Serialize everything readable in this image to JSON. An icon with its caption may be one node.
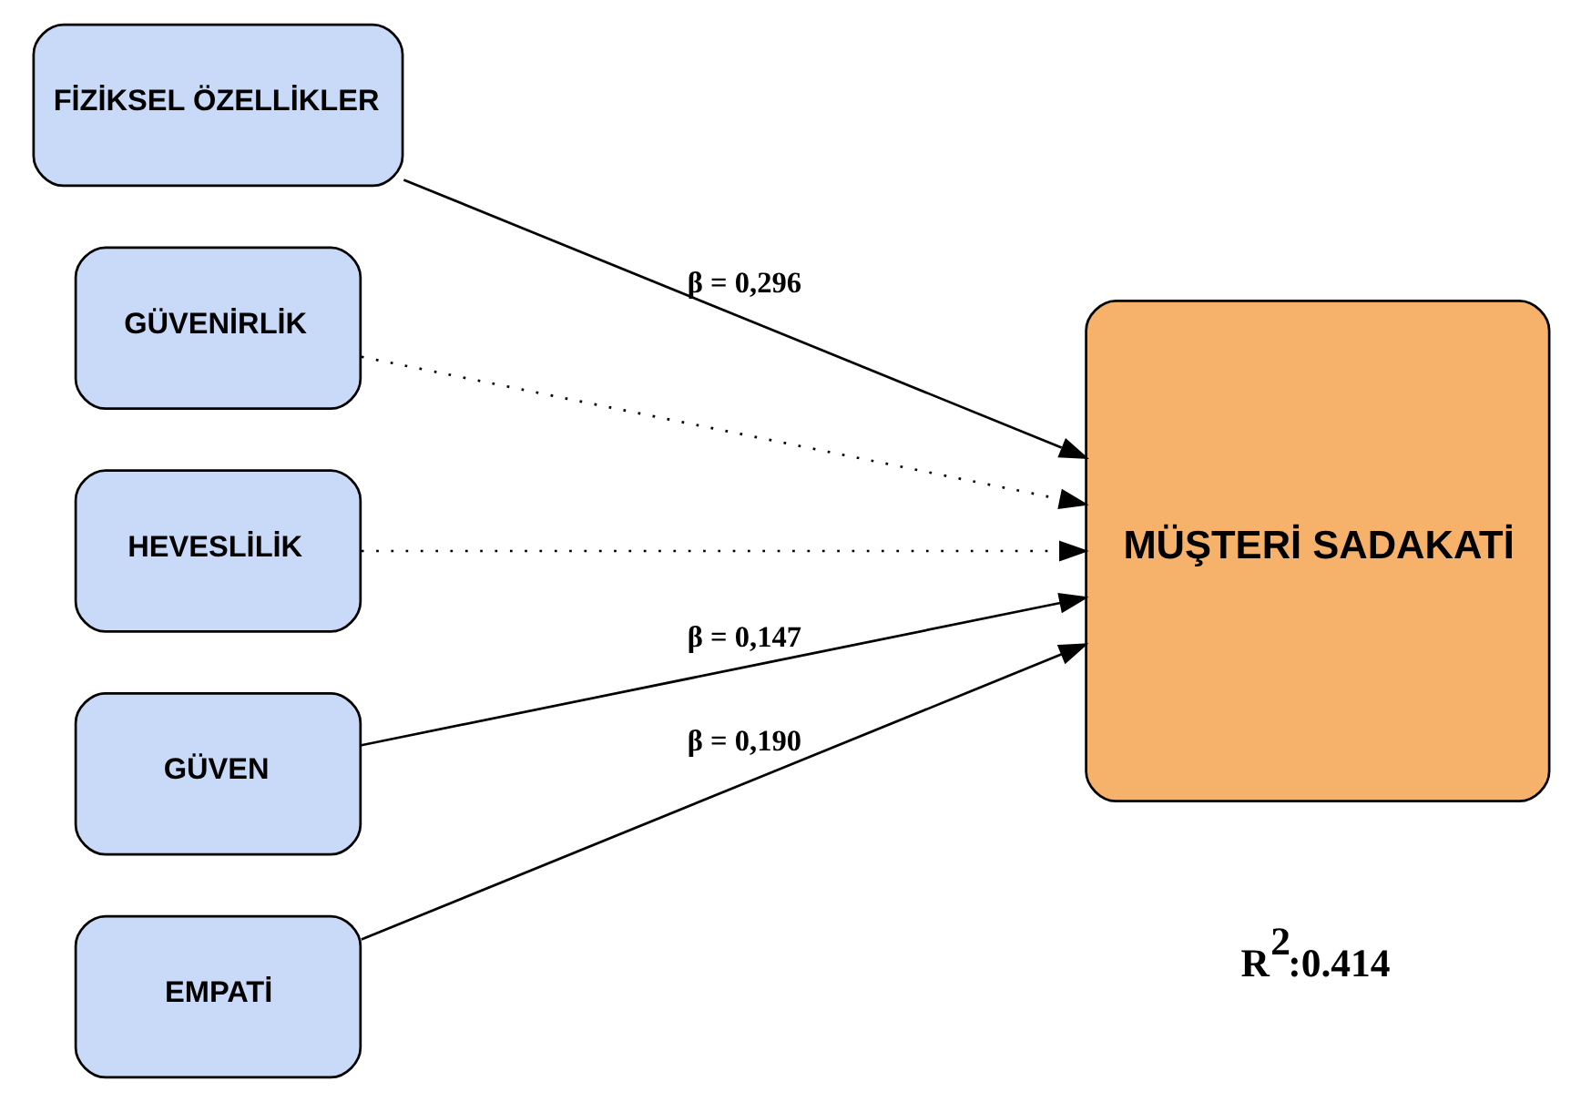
{
  "diagram": {
    "nodes": [
      {
        "text": [
          "FİZİKSEL ÖZELLİKLER"
        ]
      },
      {
        "text": [
          "GÜVENİRLİK"
        ]
      },
      {
        "text": [
          "HEVESLİLİK"
        ]
      },
      {
        "text": [
          "GÜVEN"
        ]
      },
      {
        "text": [
          "EMPATİ"
        ]
      },
      {
        "text": [
          "MÜŞTERİ SADAKATİ"
        ],
        "beside": [
          "R$^{2}$:0.414"
        ]
      }
    ],
    "edges": [
      {
        "from": 0,
        "to": 5,
        "arrow": "to",
        "label": "β = 0,296"
      },
      {
        "from": 1,
        "to": 5,
        "arrow": "to",
        "style": "dashed"
      },
      {
        "from": 2,
        "to": 5,
        "arrow": "to",
        "style": "dashed"
      },
      {
        "from": 3,
        "to": 5,
        "arrow": "to",
        "label": "β = 0,147"
      },
      {
        "from": 4,
        "to": 5,
        "arrow": "to",
        "label": "β = 0,190"
      }
    ]
  }
}
